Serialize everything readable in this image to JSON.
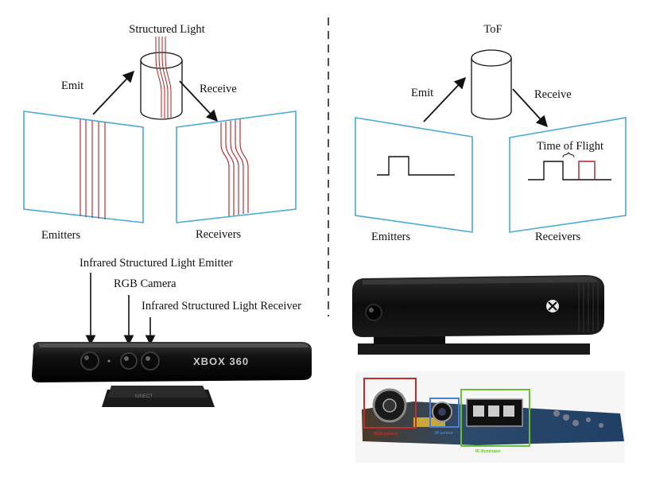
{
  "structured_light": {
    "title": "Structured Light",
    "emit": "Emit",
    "receive": "Receive",
    "emitters": "Emitters",
    "receivers": "Receivers"
  },
  "tof": {
    "title": "ToF",
    "emit": "Emit",
    "receive": "Receive",
    "time_of_flight": "Time of Flight",
    "emitters": "Emitters",
    "receivers": "Receivers"
  },
  "kinect_v1": {
    "ir_emitter": "Infrared Structured Light Emitter",
    "rgb_camera": "RGB Camera",
    "ir_receiver": "Infrared Structured Light Receiver",
    "brand": "XBOX 360"
  },
  "kinect_v2": {
    "rgb_label": "RGB camera",
    "ir_sensor_label": "IR sensor",
    "ir_illuminator_label": "IR illuminator"
  },
  "colors": {
    "panel_border": "#4aa8d8",
    "stripe_red": "#b02020",
    "rgb_box": "#c0302a",
    "ir_sensor_box": "#4a7fd0",
    "ir_illuminator_box": "#6cbf3a"
  }
}
